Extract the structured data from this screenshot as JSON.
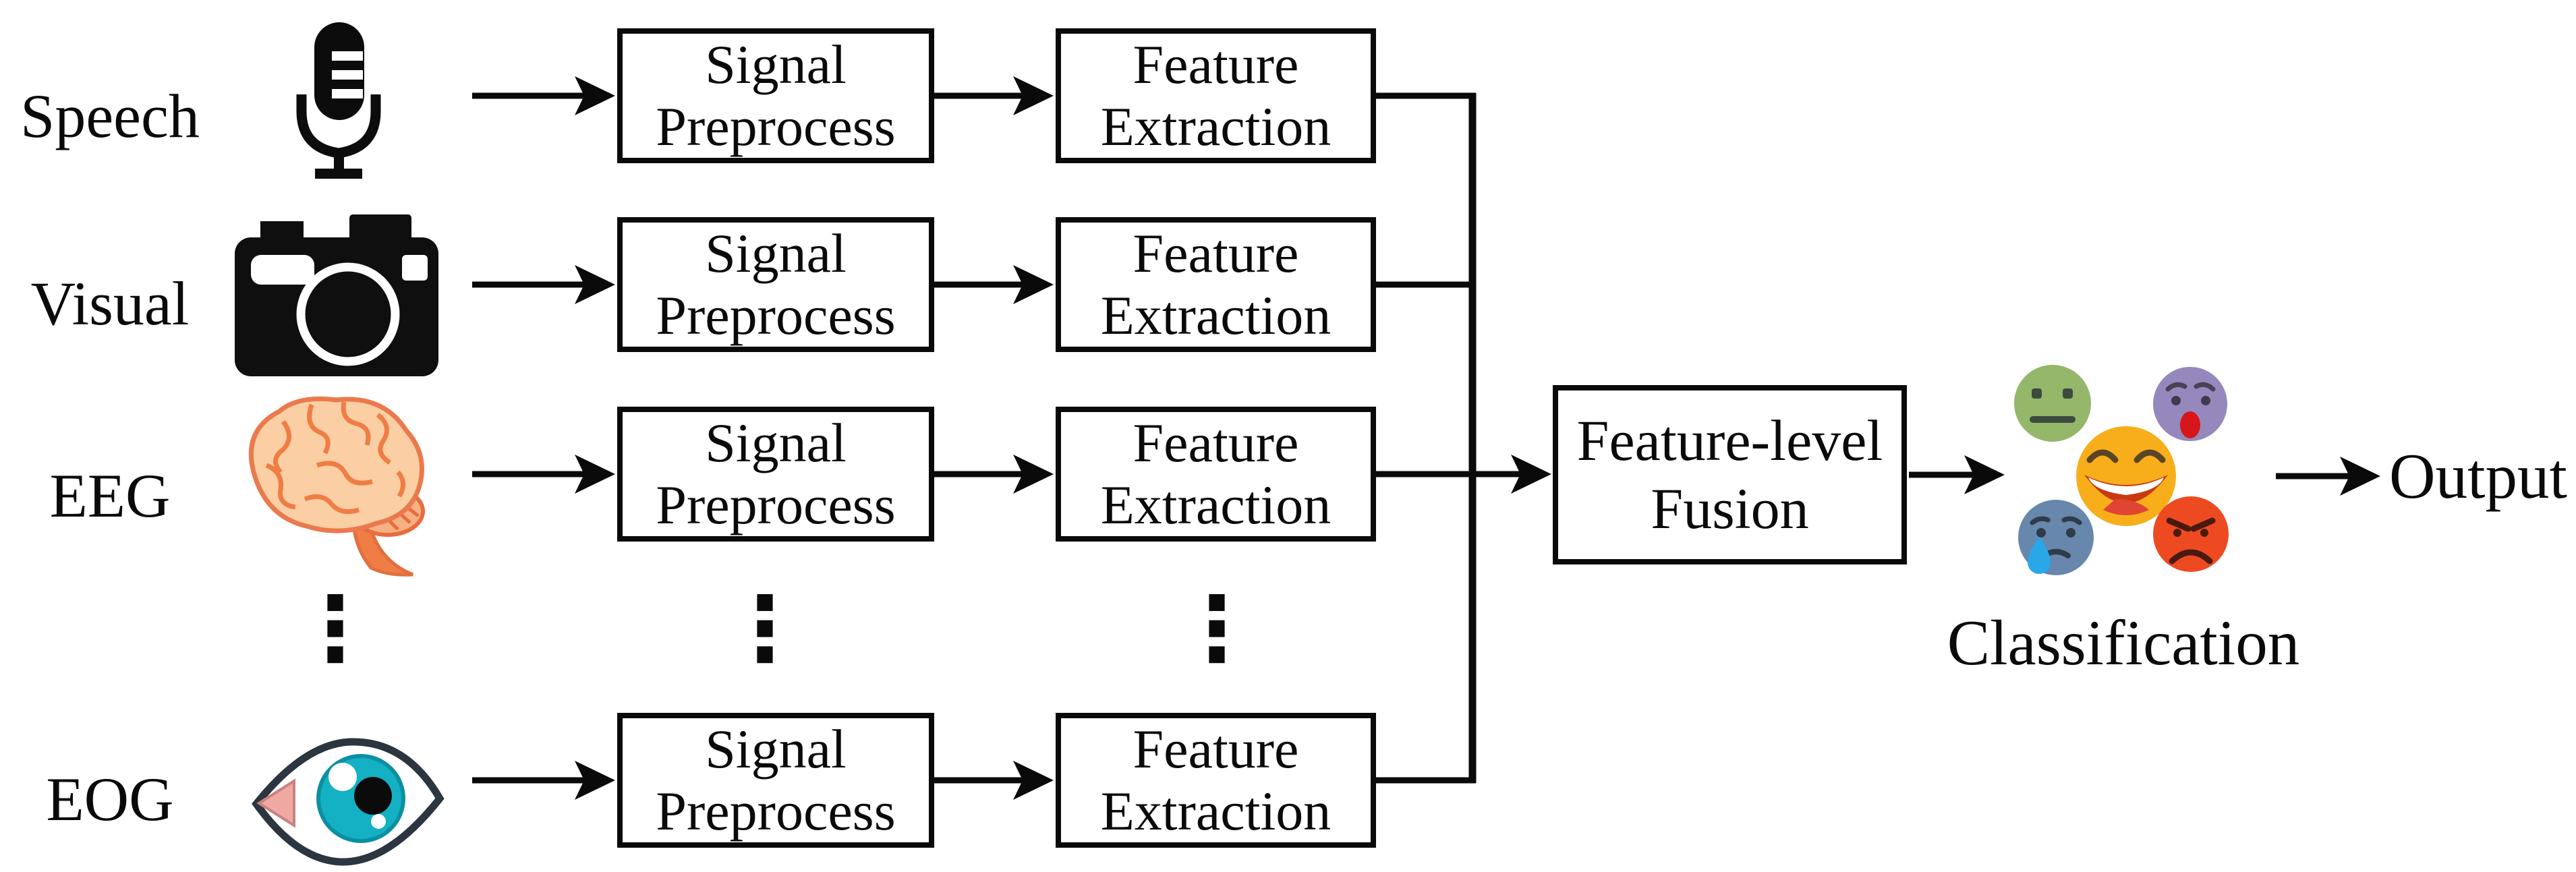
{
  "diagram": {
    "rows": [
      {
        "modality": "Speech",
        "icon": "microphone",
        "preprocess": [
          "Signal",
          "Preprocess"
        ],
        "extraction": [
          "Feature",
          "Extraction"
        ]
      },
      {
        "modality": "Visual",
        "icon": "camera",
        "preprocess": [
          "Signal",
          "Preprocess"
        ],
        "extraction": [
          "Feature",
          "Extraction"
        ]
      },
      {
        "modality": "EEG",
        "icon": "brain",
        "preprocess": [
          "Signal",
          "Preprocess"
        ],
        "extraction": [
          "Feature",
          "Extraction"
        ]
      },
      {
        "modality": "EOG",
        "icon": "eye",
        "preprocess": [
          "Signal",
          "Preprocess"
        ],
        "extraction": [
          "Feature",
          "Extraction"
        ]
      }
    ],
    "ellipsis": "⋮",
    "fusion": [
      "Feature-level",
      "Fusion"
    ],
    "classification_label": "Classification",
    "output_label": "Output",
    "line_color": "#0a0a0a",
    "emotions": [
      {
        "name": "neutral",
        "color": "#94b76a"
      },
      {
        "name": "surprised",
        "color": "#9588bc"
      },
      {
        "name": "happy",
        "color": "#f7ae1a"
      },
      {
        "name": "sad",
        "color": "#6787ac"
      },
      {
        "name": "angry",
        "color": "#ee4a22"
      }
    ]
  }
}
